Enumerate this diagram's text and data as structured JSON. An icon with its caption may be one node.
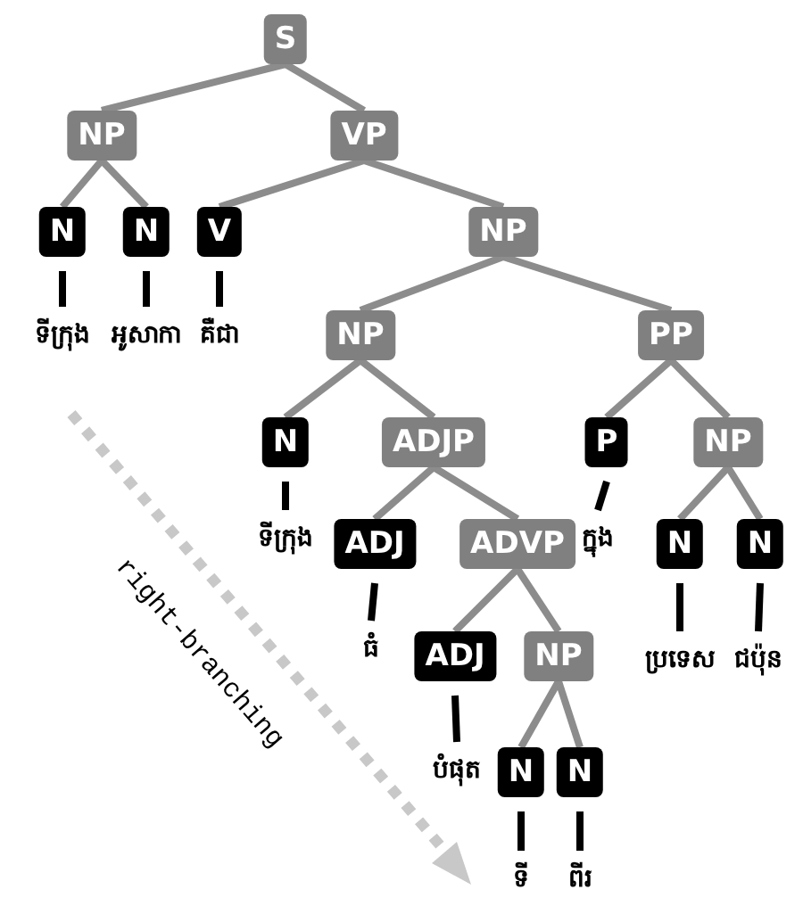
{
  "diagram": {
    "nodes": [
      {
        "text": [
          "S"
        ]
      },
      {
        "text": [
          "NP"
        ]
      },
      {
        "text": [
          "VP"
        ]
      },
      {
        "text": [
          "N"
        ]
      },
      {
        "text": [
          "N"
        ]
      },
      {
        "text": [
          "V"
        ]
      },
      {
        "text": [
          "NP"
        ]
      },
      {
        "text": [
          "ទីក្រុង"
        ]
      },
      {
        "text": [
          "អូសាកា"
        ]
      },
      {
        "text": [
          "គឺជា"
        ]
      },
      {
        "text": [
          "NP"
        ]
      },
      {
        "text": [
          "PP"
        ]
      },
      {
        "text": [
          "N"
        ]
      },
      {
        "text": [
          "ADJP"
        ]
      },
      {
        "text": [
          "P"
        ]
      },
      {
        "text": [
          "NP"
        ]
      },
      {
        "text": [
          "ទីក្រុង"
        ]
      },
      {
        "text": [
          "ADJ"
        ]
      },
      {
        "text": [
          "ADVP"
        ]
      },
      {
        "text": [
          "ក្នុង"
        ]
      },
      {
        "text": [
          "N"
        ]
      },
      {
        "text": [
          "N"
        ]
      },
      {
        "text": [
          "ធំ"
        ]
      },
      {
        "text": [
          "ADJ"
        ]
      },
      {
        "text": [
          "NP"
        ]
      },
      {
        "text": [
          "ប្រទេស"
        ]
      },
      {
        "text": [
          "ជប៉ុន"
        ]
      },
      {
        "text": [
          "បំផុត"
        ]
      },
      {
        "text": [
          "N"
        ]
      },
      {
        "text": [
          "N"
        ]
      },
      {
        "text": [
          "ទី"
        ]
      },
      {
        "text": [
          "ពីរ"
        ]
      }
    ],
    "edges": [
      {
        "from": 0,
        "to": 1,
        "arrow": "none"
      },
      {
        "from": 0,
        "to": 2,
        "arrow": "none"
      },
      {
        "from": 1,
        "to": 3,
        "arrow": "none"
      },
      {
        "from": 1,
        "to": 4,
        "arrow": "none"
      },
      {
        "from": 2,
        "to": 5,
        "arrow": "none"
      },
      {
        "from": 2,
        "to": 6,
        "arrow": "none"
      },
      {
        "from": 3,
        "to": 7,
        "arrow": "none",
        "color": "#000000"
      },
      {
        "from": 4,
        "to": 8,
        "arrow": "none",
        "color": "#000000"
      },
      {
        "from": 5,
        "to": 9,
        "arrow": "none",
        "color": "#000000"
      },
      {
        "from": 6,
        "to": 10,
        "arrow": "none"
      },
      {
        "from": 6,
        "to": 11,
        "arrow": "none"
      },
      {
        "from": 10,
        "to": 12,
        "arrow": "none"
      },
      {
        "from": 10,
        "to": 13,
        "arrow": "none"
      },
      {
        "from": 11,
        "to": 14,
        "arrow": "none"
      },
      {
        "from": 11,
        "to": 15,
        "arrow": "none"
      },
      {
        "from": 12,
        "to": 16,
        "arrow": "none",
        "color": "#000000"
      },
      {
        "from": 13,
        "to": 17,
        "arrow": "none"
      },
      {
        "from": 13,
        "to": 18,
        "arrow": "none"
      },
      {
        "from": 14,
        "to": 19,
        "arrow": "none",
        "color": "#000000"
      },
      {
        "from": 15,
        "to": 20,
        "arrow": "none"
      },
      {
        "from": 15,
        "to": 21,
        "arrow": "none"
      },
      {
        "from": 17,
        "to": 22,
        "arrow": "none",
        "color": "#000000"
      },
      {
        "from": 18,
        "to": 23,
        "arrow": "none"
      },
      {
        "from": 18,
        "to": 24,
        "arrow": "none"
      },
      {
        "from": 20,
        "to": 25,
        "arrow": "none",
        "color": "#000000"
      },
      {
        "from": 21,
        "to": 26,
        "arrow": "none",
        "color": "#000000"
      },
      {
        "from": 23,
        "to": 27,
        "arrow": "none",
        "color": "#000000"
      },
      {
        "from": 24,
        "to": 28,
        "arrow": "none"
      },
      {
        "from": 24,
        "to": 29,
        "arrow": "none"
      },
      {
        "from": 28,
        "to": 30,
        "arrow": "none",
        "color": "#000000"
      },
      {
        "from": 29,
        "to": 31,
        "arrow": "none",
        "color": "#000000"
      }
    ],
    "labels": [
      "right-branching"
    ]
  }
}
